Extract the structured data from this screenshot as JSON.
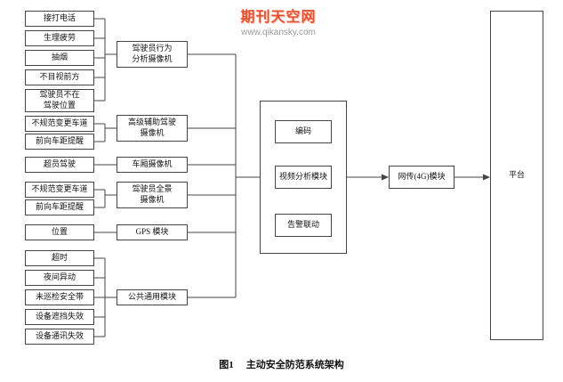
{
  "watermark": {
    "title": "期刊天空网",
    "url": "www.qikansky.com"
  },
  "caption": {
    "figure": "图1",
    "title": "主动安全防范系统架构"
  },
  "inputs": [
    "接打电话",
    "生理疲劳",
    "抽烟",
    "不目视前方",
    "驾驶员不在\n驾驶位置",
    "不规范变更车道",
    "前向车距提醒",
    "超员驾驶",
    "不规范变更车道",
    "前向车距提醒",
    "位置",
    "超时",
    "夜间异动",
    "未巡检安全带",
    "设备遮挡失效",
    "设备通讯失效"
  ],
  "modules": [
    "驾驶员行为\n分析摄像机",
    "高级辅助驾驶\n摄像机",
    "车厢摄像机",
    "驾驶员全景\n摄像机",
    "GPS 模块",
    "公共通用模块"
  ],
  "processing": [
    "编码",
    "视频分析模块",
    "告警联动"
  ],
  "transmission": "网传(4G)模块",
  "platform": "平台"
}
